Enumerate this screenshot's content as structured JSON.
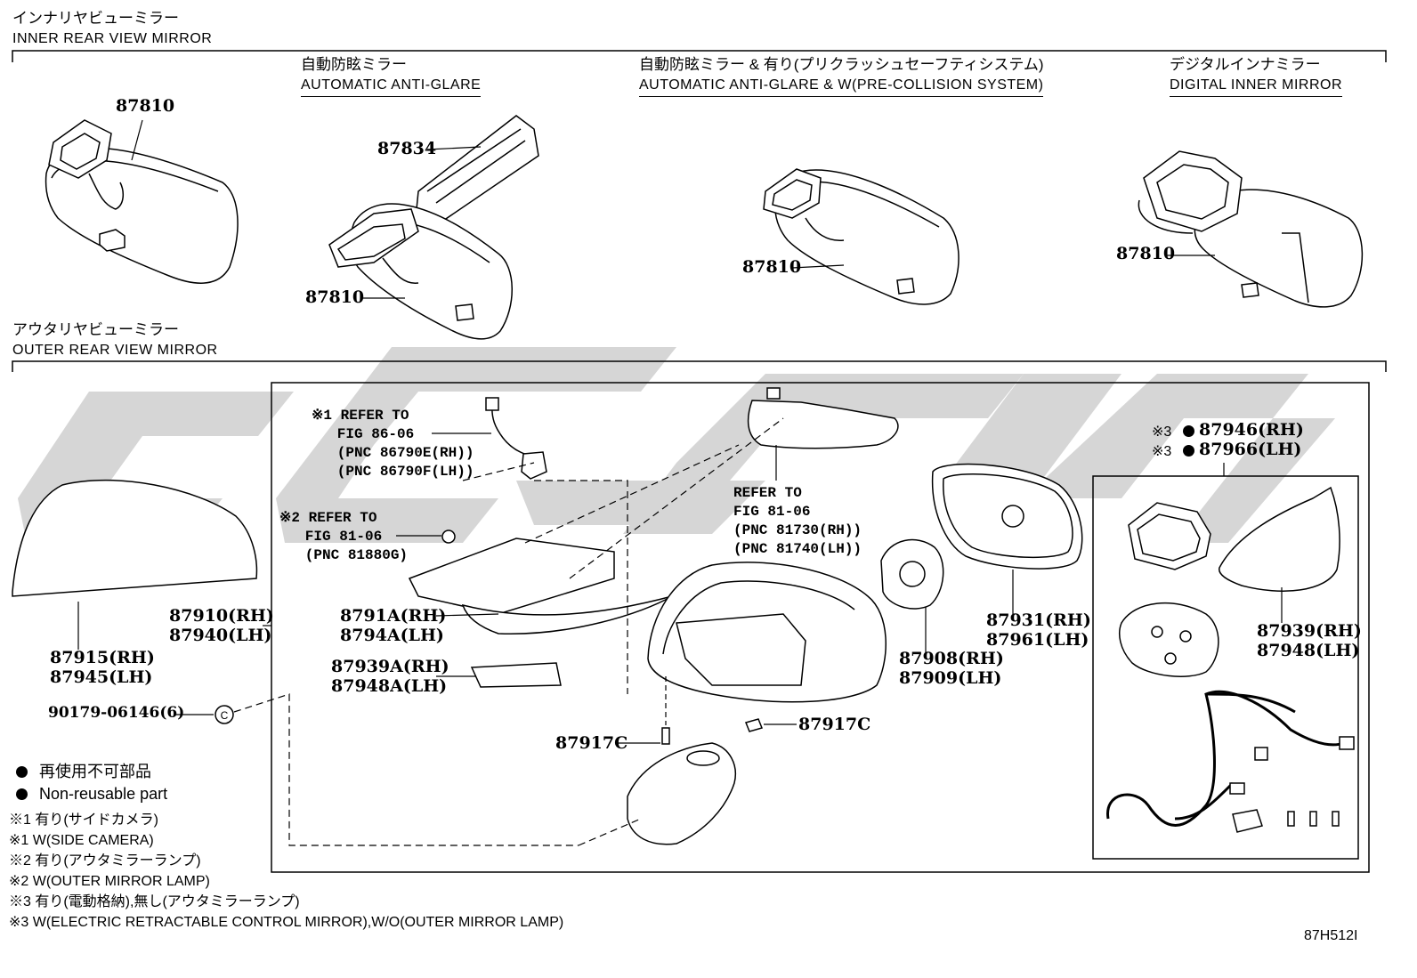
{
  "sections": {
    "inner": {
      "title_jp": "インナリヤビューミラー",
      "title_en": "INNER REAR VIEW MIRROR"
    },
    "outer": {
      "title_jp": "アウタリヤビューミラー",
      "title_en": "OUTER REAR VIEW MIRROR"
    }
  },
  "inner_variants": [
    {
      "jp": "自動防眩ミラー",
      "en": "AUTOMATIC ANTI-GLARE"
    },
    {
      "jp": "自動防眩ミラー & 有り(プリクラッシュセーフティシステム)",
      "en": "AUTOMATIC ANTI-GLARE & W(PRE-COLLISION SYSTEM)"
    },
    {
      "jp": "デジタルインナミラー",
      "en": "DIGITAL INNER MIRROR"
    }
  ],
  "part_labels": {
    "p87810_a": "87810",
    "p87834": "87834",
    "p87810_b": "87810",
    "p87810_c": "87810",
    "p87810_d": "87810",
    "p87915": "87915(RH)",
    "p87945": "87945(LH)",
    "p87910": "87910(RH)",
    "p87940": "87940(LH)",
    "p90179": "90179-06146(6)",
    "p8791a": "8791A(RH)",
    "p8794a": "8794A(LH)",
    "p87939a": "87939A(RH)",
    "p87948a": "87948A(LH)",
    "p87917c_a": "87917C",
    "p87917c_b": "87917C",
    "p87908": "87908(RH)",
    "p87909": "87909(LH)",
    "p87931": "87931(RH)",
    "p87961": "87961(LH)",
    "p87946": "87946(RH)",
    "p87966": "87966(LH)",
    "p87939": "87939(RH)",
    "p87948": "87948(LH)",
    "x3_mark": "※3"
  },
  "refs": {
    "ref1": "※1 REFER TO\n   FIG 86-06\n   (PNC 86790E(RH))\n   (PNC 86790F(LH))",
    "ref2": "※2 REFER TO\n   FIG 81-06\n   (PNC 81880G)",
    "ref3": "REFER TO\nFIG 81-06\n(PNC 81730(RH))\n(PNC 81740(LH))"
  },
  "legend": {
    "dot_jp": "再使用不可部品",
    "dot_en": "Non-reusable part",
    "notes": [
      "※1 有り(サイドカメラ)",
      "※1 W(SIDE CAMERA)",
      "※2 有り(アウタミラーランプ)",
      "※2 W(OUTER MIRROR LAMP)",
      "※3 有り(電動格納),無し(アウタミラーランプ)",
      "※3 W(ELECTRIC RETRACTABLE CONTROL MIRROR),W/O(OUTER MIRROR LAMP)"
    ]
  },
  "figure_id": "87H512I",
  "colors": {
    "line": "#000000",
    "watermark": "#d4d4d4",
    "background": "#ffffff"
  }
}
